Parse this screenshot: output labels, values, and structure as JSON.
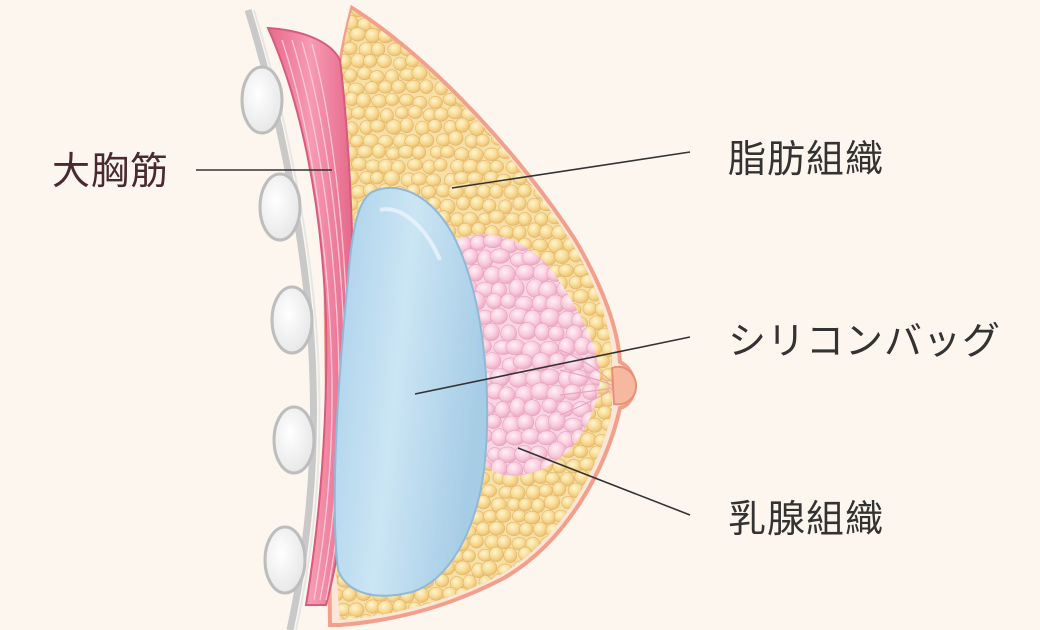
{
  "labels": {
    "pectoralis": "大胸筋",
    "fat_tissue": "脂肪組織",
    "silicone_bag": "シリコンバッグ",
    "mammary_tissue": "乳腺組織"
  },
  "colors": {
    "background": "#fdf6ee",
    "skin": "#fbe6d8",
    "skin_outline": "#f2a08c",
    "muscle": "#ee7e9a",
    "fat": "#f5d488",
    "gland": "#f7c6d8",
    "implant": "#bcdcf0",
    "rib": "#f2f2f2",
    "chest_wall": "#c9c9c9",
    "muscle_label_text": "#4a2a2e",
    "label_text": "#333333",
    "leader_line": "#333333"
  }
}
